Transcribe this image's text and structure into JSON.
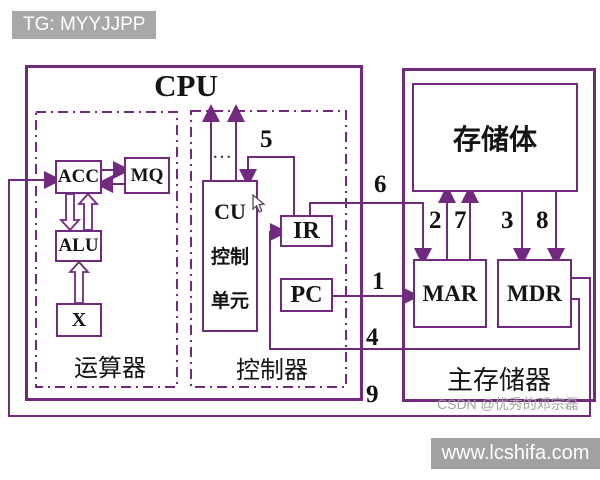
{
  "tag": {
    "label": "TG: MYYJJPP"
  },
  "cpu": {
    "title": "CPU",
    "arith": {
      "label": "运算器",
      "acc": "ACC",
      "mq": "MQ",
      "alu": "ALU",
      "x": "X"
    },
    "ctrl": {
      "label": "控制器",
      "cu1": "CU",
      "cu2": "控制",
      "cu3": "单元",
      "ir": "IR",
      "pc": "PC",
      "signal_dots": "…"
    }
  },
  "memory": {
    "label": "主存储器",
    "bank": "存储体",
    "mar": "MAR",
    "mdr": "MDR"
  },
  "flow": {
    "n1": "1",
    "n2": "2",
    "n3": "3",
    "n4": "4",
    "n5": "5",
    "n6": "6",
    "n7": "7",
    "n8": "8",
    "n9": "9"
  },
  "watermarks": {
    "csdn": "CSDN @优秀的邓宗磊",
    "site": "www.lcshifa.com"
  },
  "colors": {
    "line": "#722a7e",
    "tag_bg": "#a8a8a8",
    "site_bg": "#949494"
  }
}
